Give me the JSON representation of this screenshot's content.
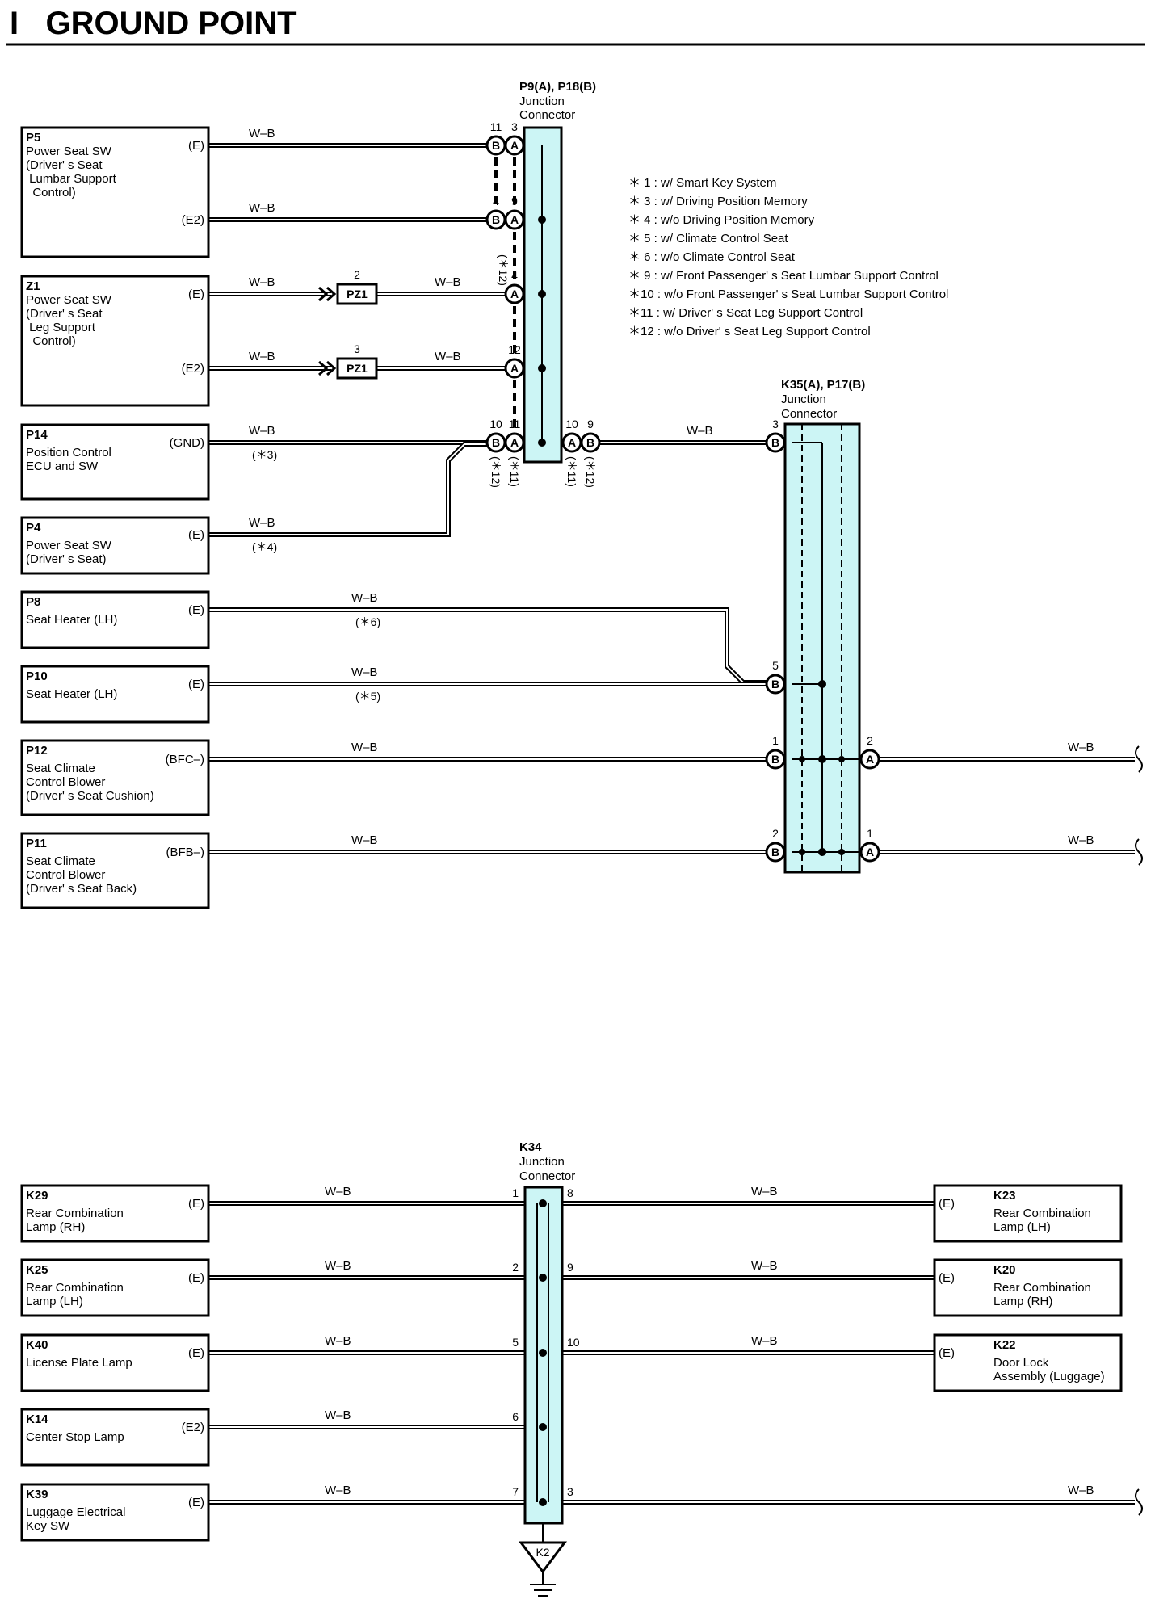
{
  "title": "I   GROUND POINT",
  "wire_color": "W–B",
  "pz1_label": "PZ1",
  "ground_label": "K2",
  "notes": [
    "＊ 1 : w/ Smart Key System",
    "＊ 3 : w/ Driving Position Memory",
    "＊ 4 : w/o Driving Position Memory",
    "＊ 5 : w/ Climate Control Seat",
    "＊ 6 : w/o Climate Control Seat",
    "＊ 9 : w/ Front Passenger' s Seat Lumbar Support Control",
    "＊10 : w/o Front Passenger' s Seat Lumbar Support Control",
    "＊11 : w/ Driver' s Seat Leg Support Control",
    "＊12 : w/o Driver' s Seat Leg Support Control"
  ],
  "junctions": [
    {
      "id": "J1",
      "lines": [
        "P9(A), P18(B)",
        "Junction",
        "Connector"
      ]
    },
    {
      "id": "J2",
      "lines": [
        "K35(A), P17(B)",
        "Junction",
        "Connector"
      ]
    },
    {
      "id": "J3",
      "lines": [
        "K34",
        "Junction",
        "Connector"
      ]
    }
  ],
  "components": [
    {
      "code": "P5",
      "desc": [
        "Power Seat SW",
        "(Driver' s Seat",
        " Lumbar Support",
        "  Control)"
      ],
      "terms": [
        "(E)",
        "(E2)"
      ]
    },
    {
      "code": "Z1",
      "desc": [
        "Power Seat SW",
        "(Driver' s Seat",
        " Leg Support",
        "  Control)"
      ],
      "terms": [
        "(E)",
        "(E2)"
      ]
    },
    {
      "code": "P14",
      "desc": [
        "Position Control",
        "ECU and SW"
      ],
      "terms": [
        "(GND)"
      ]
    },
    {
      "code": "P4",
      "desc": [
        "Power Seat SW",
        "(Driver' s Seat)"
      ],
      "terms": [
        "(E)"
      ]
    },
    {
      "code": "P8",
      "desc": [
        "Seat Heater (LH)"
      ],
      "terms": [
        "(E)"
      ]
    },
    {
      "code": "P10",
      "desc": [
        "Seat Heater (LH)"
      ],
      "terms": [
        "(E)"
      ]
    },
    {
      "code": "P12",
      "desc": [
        "Seat Climate",
        "Control Blower",
        "(Driver' s Seat Cushion)"
      ],
      "terms": [
        "(BFC–)"
      ]
    },
    {
      "code": "P11",
      "desc": [
        "Seat Climate",
        "Control Blower",
        "(Driver' s Seat Back)"
      ],
      "terms": [
        "(BFB–)"
      ]
    },
    {
      "code": "K29",
      "desc": [
        "Rear Combination",
        "Lamp (RH)"
      ],
      "terms": [
        "(E)"
      ]
    },
    {
      "code": "K25",
      "desc": [
        "Rear Combination",
        "Lamp (LH)"
      ],
      "terms": [
        "(E)"
      ]
    },
    {
      "code": "K40",
      "desc": [
        "License Plate Lamp"
      ],
      "terms": [
        "(E)"
      ]
    },
    {
      "code": "K14",
      "desc": [
        "Center Stop Lamp"
      ],
      "terms": [
        "(E2)"
      ]
    },
    {
      "code": "K39",
      "desc": [
        "Luggage Electrical",
        "Key SW"
      ],
      "terms": [
        "(E)"
      ]
    },
    {
      "code": "K23",
      "desc": [
        "Rear Combination",
        "Lamp (LH)"
      ],
      "terms": [
        "(E)"
      ]
    },
    {
      "code": "K20",
      "desc": [
        "Rear Combination",
        "Lamp (RH)"
      ],
      "terms": [
        "(E)"
      ]
    },
    {
      "code": "K22",
      "desc": [
        "Door Lock",
        "Assembly (Luggage)"
      ],
      "terms": [
        "(E)"
      ]
    }
  ],
  "j1_pins": [
    {
      "num": "11",
      "letter": "B"
    },
    {
      "num": "3",
      "letter": "A"
    },
    {
      "num": "4",
      "letter": "B"
    },
    {
      "num": "9",
      "letter": "A"
    },
    {
      "num": "4",
      "letter": "A"
    },
    {
      "num": "12",
      "letter": "A"
    },
    {
      "num": "10",
      "letter": "B"
    },
    {
      "num": "11",
      "letter": "A"
    },
    {
      "num": "10",
      "letter": "A"
    },
    {
      "num": "9",
      "letter": "B"
    }
  ],
  "j2_pins": [
    {
      "num": "3",
      "letter": "B"
    },
    {
      "num": "5",
      "letter": "B"
    },
    {
      "num": "1",
      "letter": "B"
    },
    {
      "num": "2",
      "letter": "A"
    },
    {
      "num": "2",
      "letter": "B"
    },
    {
      "num": "1",
      "letter": "A"
    }
  ],
  "j3_pins": [
    "1",
    "8",
    "2",
    "9",
    "5",
    "10",
    "6",
    "7",
    "3"
  ],
  "pz1_pins": [
    "2",
    "3"
  ],
  "variant_tags": {
    "p14": "(＊3)",
    "p4": "(＊4)",
    "p8": "(＊6)",
    "p10": "(＊5)",
    "j1_vertical": "(＊12)",
    "j1_bottom": [
      "(＊12)",
      "(＊11)",
      "(＊11)",
      "(＊12)"
    ]
  }
}
